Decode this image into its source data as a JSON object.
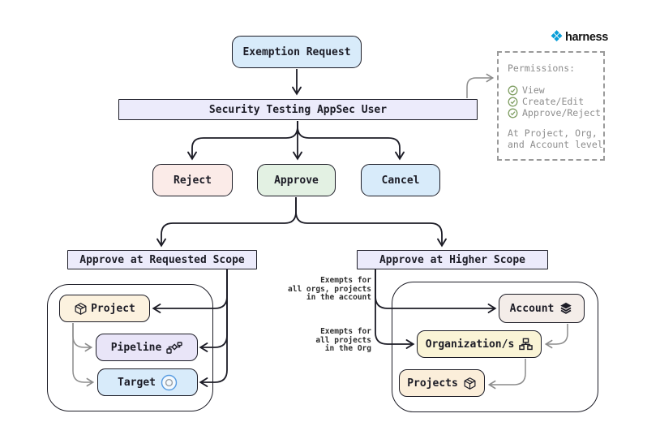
{
  "logo": {
    "brand": "harness",
    "icon_color": "#0a9fd9"
  },
  "flow": {
    "exemption_request": "Exemption Request",
    "appsec_user": "Security Testing AppSec User",
    "reject": "Reject",
    "approve": "Approve",
    "cancel": "Cancel",
    "requested_scope": "Approve at Requested Scope",
    "higher_scope": "Approve at Higher Scope"
  },
  "requested_scope_group": {
    "project": "Project",
    "pipeline": "Pipeline",
    "target": "Target"
  },
  "higher_scope_group": {
    "account": "Account",
    "organizations": "Organization/s",
    "projects": "Projects"
  },
  "annotations": {
    "account_note": [
      "Exempts for",
      "all orgs, projects",
      "in the account"
    ],
    "org_note": [
      "Exempts for",
      "all projects",
      "in the Org"
    ]
  },
  "permissions_panel": {
    "title": "Permissions:",
    "items": [
      "View",
      "Create/Edit",
      "Approve/Reject"
    ],
    "footer": [
      "At Project, Org,",
      "and Account level"
    ]
  },
  "colors": {
    "blue_box": "#d8ebfa",
    "lavender_box": "#ecebfb",
    "pink_box": "#fbebe8",
    "green_box": "#e3f1e3",
    "cream_box": "#fcf2df",
    "yellow_box": "#faf4d6",
    "rose_box": "#f4ede9",
    "outline": "#1c1c26",
    "gray_wire": "#8c8c8c",
    "check_green": "#7f9e62"
  }
}
